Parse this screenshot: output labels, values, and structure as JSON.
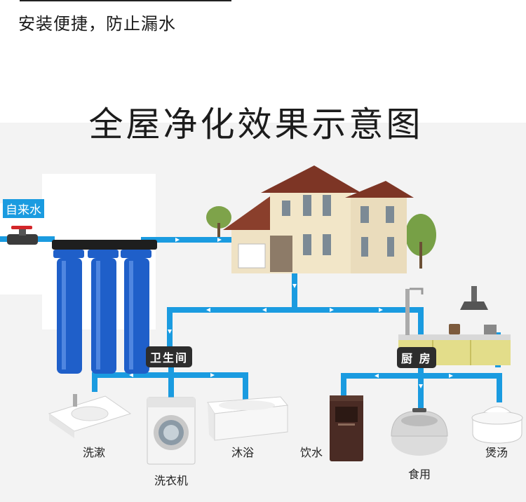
{
  "header": {
    "tagline": "安装便捷，防止漏水"
  },
  "diagram": {
    "title": "全屋净化效果示意图"
  },
  "inlet": {
    "label": "自来水"
  },
  "zones": {
    "bathroom": "卫生间",
    "kitchen": "厨 房"
  },
  "outlets": {
    "wash": "洗漱",
    "laundry": "洗衣机",
    "bath": "沐浴",
    "drink": "饮水",
    "cook": "食用",
    "soup": "煲汤"
  },
  "colors": {
    "pipe": "#1a9be0",
    "filter": "#1f5fc9",
    "tag": "#2d2d2d"
  }
}
